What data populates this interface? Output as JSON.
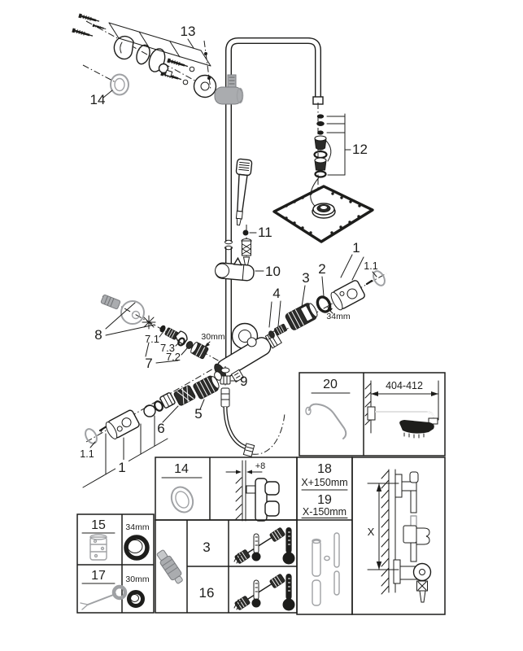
{
  "title": "Shower system exploded spare-parts diagram",
  "labels": {
    "l13": "13",
    "l14": "14",
    "l12": "12",
    "l11": "11",
    "l10": "10",
    "l9": "9",
    "l8": "8",
    "l7": "7",
    "l7_1": "7.1",
    "l7_2": "7.2",
    "l7_3": "7.3",
    "l6": "6",
    "l5": "5",
    "l4": "4",
    "l3": "3",
    "l2": "2",
    "l1": "1",
    "l1_1": "1.1",
    "size30": "30mm",
    "size34": "34mm"
  },
  "detail_table": {
    "b20": {
      "num": "20",
      "dim": "404-412"
    },
    "b14": {
      "num": "14"
    },
    "offset": {
      "dim": "+8"
    },
    "b18": {
      "num": "18",
      "dim": "X+150mm"
    },
    "b19": {
      "num": "19",
      "dim": "X-150mm"
    },
    "b15": {
      "num": "15",
      "size": "34mm"
    },
    "b17": {
      "num": "17",
      "size": "30mm"
    },
    "b3": {
      "num": "3"
    },
    "b16": {
      "num": "16"
    },
    "wall": {
      "dim": "X"
    }
  },
  "colors": {
    "line": "#1d1d1b",
    "gray_part": "#9fa1a4",
    "background": "#ffffff"
  }
}
